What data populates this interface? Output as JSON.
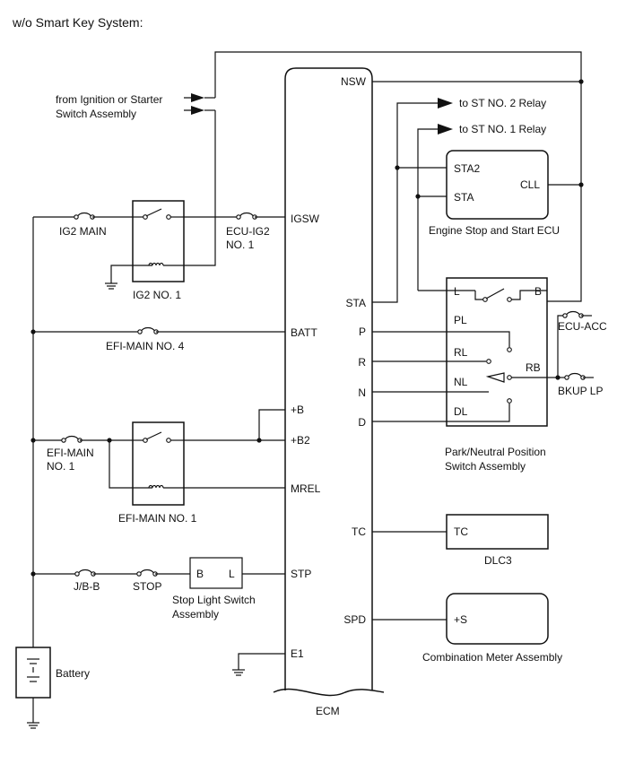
{
  "title": "w/o Smart Key System:",
  "ecm": {
    "name": "ECM",
    "left_pins": [
      "IGSW",
      "BATT",
      "+B",
      "+B2",
      "MREL",
      "STP",
      "E1"
    ],
    "right_pins": [
      "NSW",
      "STA",
      "P",
      "R",
      "N",
      "D",
      "TC",
      "SPD"
    ]
  },
  "ignition_source": [
    "from Ignition or Starter",
    "Switch Assembly"
  ],
  "fuses": {
    "ig2_main": "IG2 MAIN",
    "ecu_ig2": [
      "ECU-IG2",
      "NO. 1"
    ],
    "efi_main_4": "EFI-MAIN NO. 4",
    "efi_main_1": [
      "EFI-MAIN",
      "NO. 1"
    ],
    "jb_b": "J/B-B",
    "stop": "STOP",
    "ecu_acc": "ECU-ACC",
    "bkup_lp": "BKUP LP"
  },
  "relays": {
    "ig2": "IG2 NO. 1",
    "efi": "EFI-MAIN NO. 1"
  },
  "stop_light_switch": {
    "pins": [
      "B",
      "L"
    ],
    "name": [
      "Stop Light Switch",
      "Assembly"
    ]
  },
  "battery": "Battery",
  "starter_relays": {
    "st2": "to ST NO. 2 Relay",
    "st1": "to ST NO. 1 Relay"
  },
  "engine_stop_start_ecu": {
    "pins": [
      "STA2",
      "STA",
      "CLL"
    ],
    "name": "Engine Stop and Start ECU"
  },
  "park_neutral_switch": {
    "pins": [
      "L",
      "B",
      "PL",
      "RL",
      "NL",
      "DL",
      "RB"
    ],
    "name": [
      "Park/Neutral Position",
      "Switch Assembly"
    ]
  },
  "dlc3": {
    "pin": "TC",
    "name": "DLC3"
  },
  "combination_meter": {
    "pin": "+S",
    "name": "Combination Meter Assembly"
  }
}
